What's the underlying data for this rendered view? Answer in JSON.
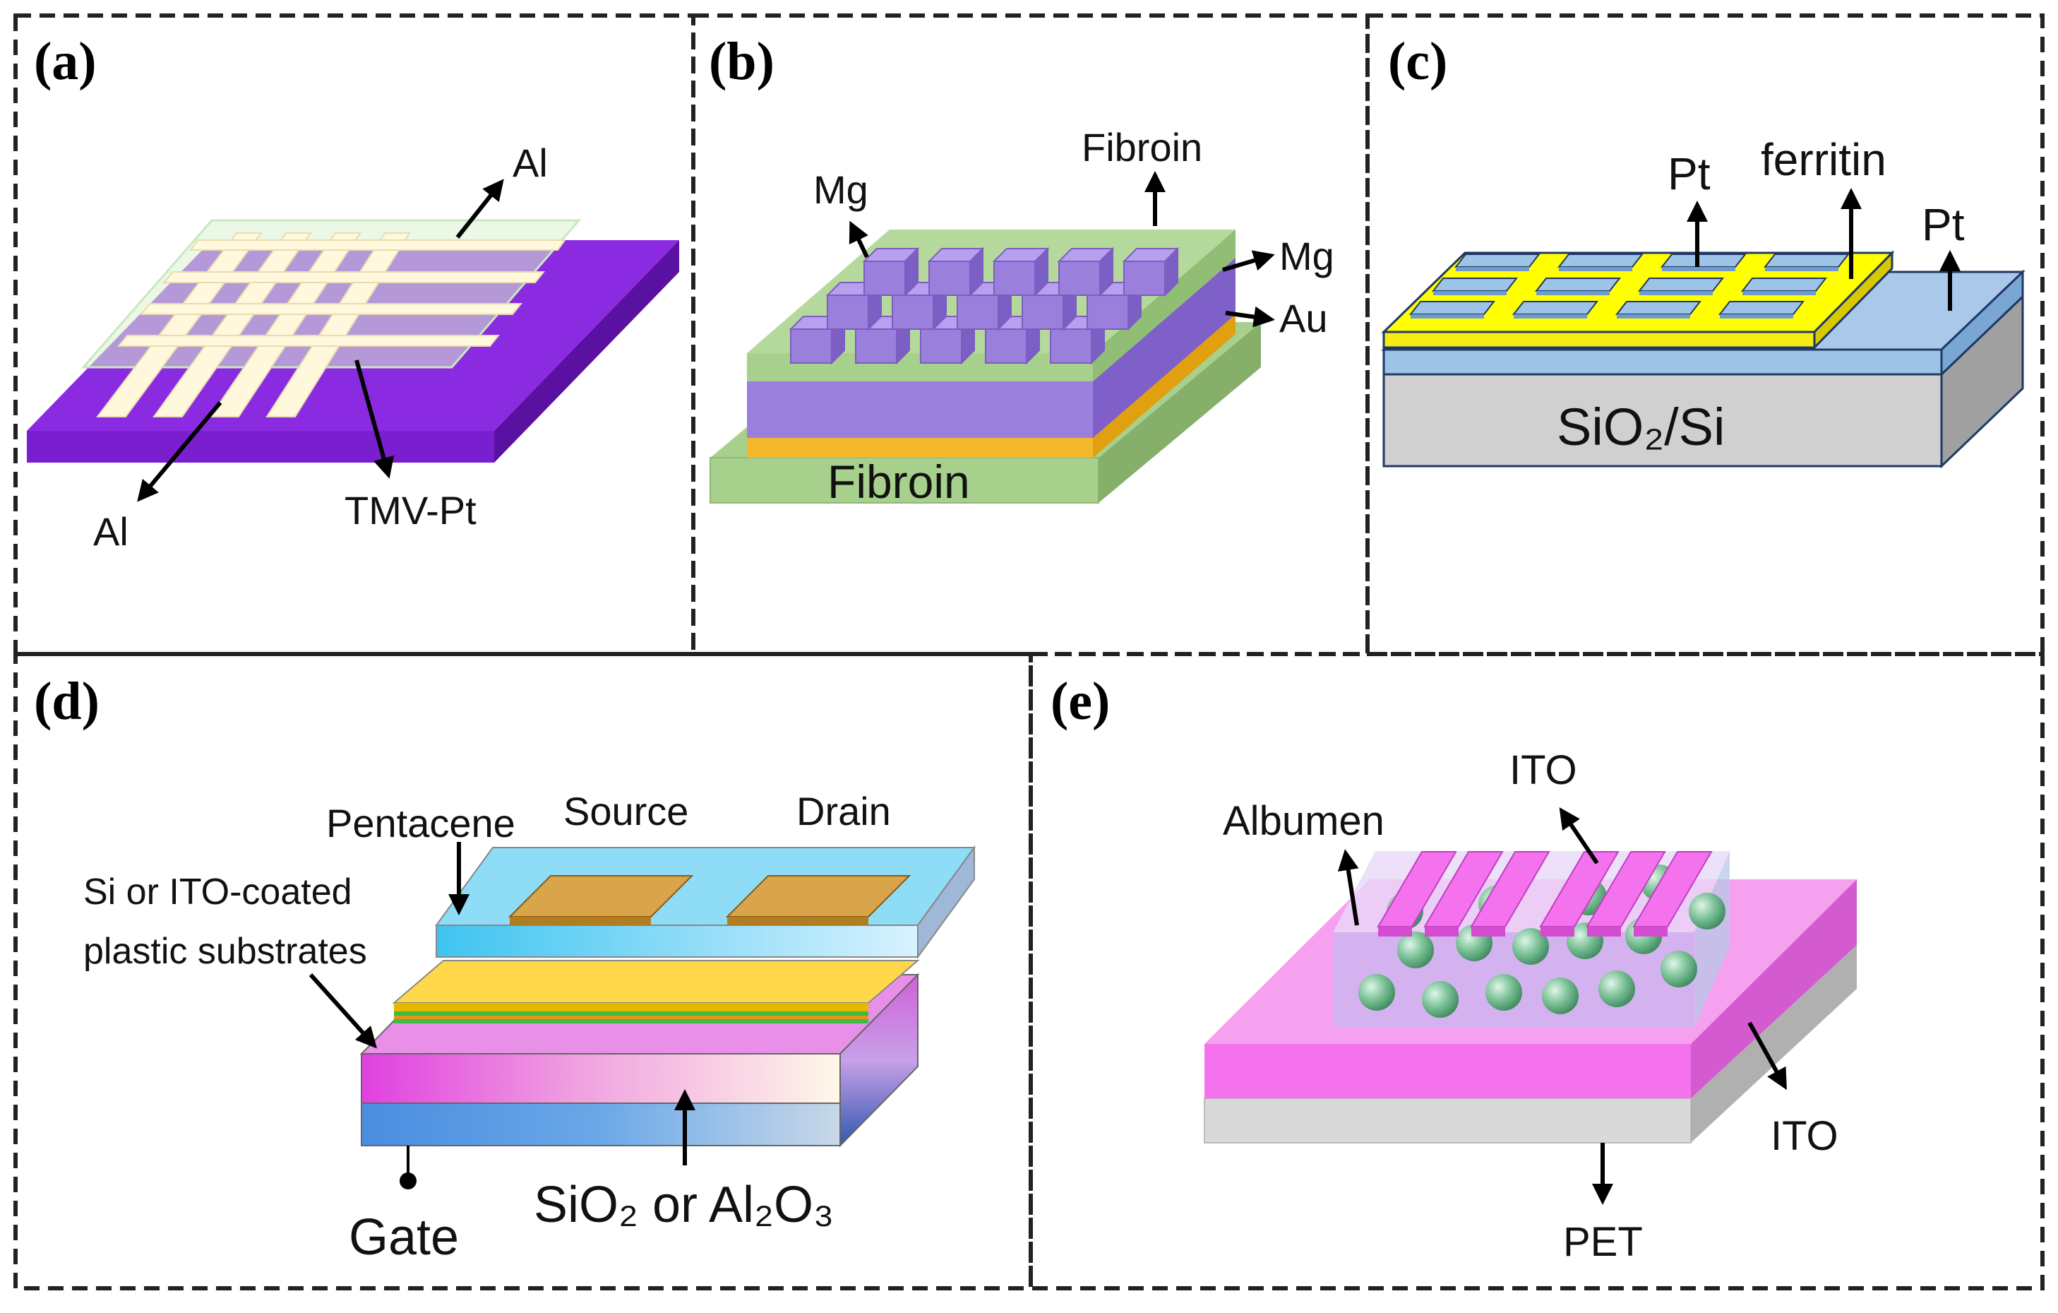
{
  "panels": {
    "a": {
      "tag": "(a)",
      "top_electrode": "Al",
      "bottom_electrode": "Al",
      "active_layer": "TMV-Pt"
    },
    "b": {
      "tag": "(b)",
      "top_cells": "Mg",
      "top_layer": "Fibroin",
      "middle_layer": "Mg",
      "bottom_electrode": "Au",
      "substrate": "Fibroin"
    },
    "c": {
      "tag": "(c)",
      "top_electrode": "Pt",
      "active_layer": "ferritin",
      "bottom_electrode": "Pt",
      "substrate": "SiO₂/Si"
    },
    "d": {
      "tag": "(d)",
      "semiconductor": "Pentacene",
      "source": "Source",
      "drain": "Drain",
      "substrate_line1": "Si or ITO-coated",
      "substrate_line2": "plastic substrates",
      "dielectric": "SiO₂ or Al₂O₃",
      "gate": "Gate"
    },
    "e": {
      "tag": "(e)",
      "active_layer": "Albumen",
      "top_electrode": "ITO",
      "bottom_electrode": "ITO",
      "substrate": "PET"
    }
  },
  "colors": {
    "purple": "#7a2fd6",
    "mg_purple": "#9b7fdc",
    "fibroin_green": "#a8d08d",
    "au_gold": "#f5b82a",
    "ferritin_yellow": "#f7ec16",
    "pt_blue": "#9dc3e6",
    "sio2_gray": "#d0d0d0",
    "ito_pink": "#f472ee",
    "electrode_cream": "#fff8dc"
  }
}
